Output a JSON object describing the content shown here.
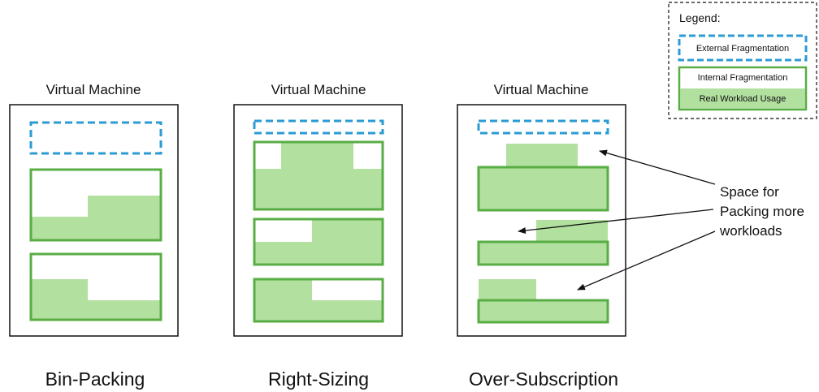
{
  "legend": {
    "title": "Legend:",
    "external": "External Fragmentation",
    "internal": "Internal Fragmentation",
    "usage": "Real Workload Usage"
  },
  "panels": [
    {
      "title": "Virtual Machine",
      "caption": "Bin-Packing"
    },
    {
      "title": "Virtual Machine",
      "caption": "Right-Sizing"
    },
    {
      "title": "Virtual Machine",
      "caption": "Over-Subscription"
    }
  ],
  "annotation": {
    "lines": [
      "Space for",
      "Packing more",
      "workloads"
    ]
  },
  "colors": {
    "external_border": "#2b9bd3",
    "internal_border": "#58ad44",
    "usage_fill": "#b2e09f",
    "frame": "#111111"
  }
}
